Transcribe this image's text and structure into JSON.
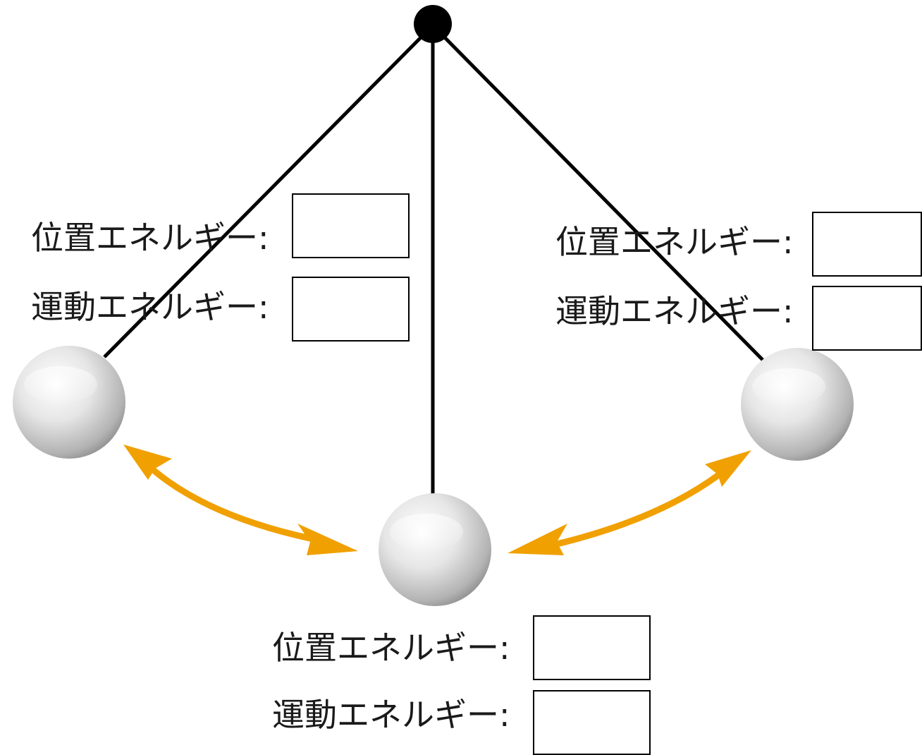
{
  "labels": {
    "potential_energy": "位置エネルギー:",
    "kinetic_energy": "運動エネルギー:"
  },
  "colors": {
    "string": "#000000",
    "pivot": "#000000",
    "arrow": "#f0a000",
    "ball_light": "#fafafa",
    "ball_dark": "#8c8c8c"
  },
  "positions": [
    {
      "id": "left",
      "potential_energy_value": "",
      "kinetic_energy_value": ""
    },
    {
      "id": "bottom",
      "potential_energy_value": "",
      "kinetic_energy_value": ""
    },
    {
      "id": "right",
      "potential_energy_value": "",
      "kinetic_energy_value": ""
    }
  ]
}
